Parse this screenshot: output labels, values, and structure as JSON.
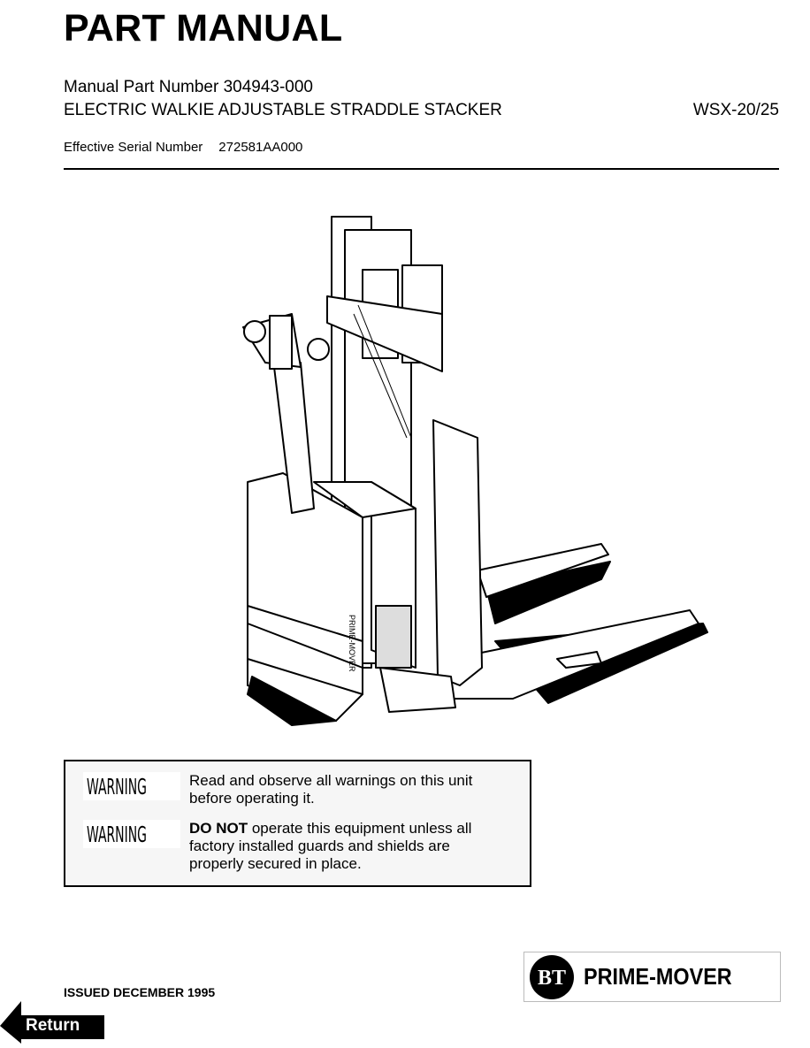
{
  "header": {
    "title": "PART MANUAL",
    "manual_part_number": "Manual Part Number 304943-000",
    "description": "ELECTRIC WALKIE ADJUSTABLE STRADDLE STACKER",
    "model": "WSX-20/25",
    "serial_label": "Effective Serial Number",
    "serial_value": "272581AA000"
  },
  "illustration": {
    "brand_on_unit": "PRIME-MOVER"
  },
  "warnings": [
    {
      "label": "WARNING",
      "bold": "",
      "text": "Read and observe all warnings on this unit before operating it."
    },
    {
      "label": "WARNING",
      "bold": "DO NOT",
      "text": " operate this equipment unless all factory installed guards and shields are properly secured in place."
    }
  ],
  "footer": {
    "issued": "ISSUED DECEMBER 1995",
    "logo_mark": "BT",
    "logo_text": "PRIME-MOVER",
    "return_label": "Return"
  }
}
